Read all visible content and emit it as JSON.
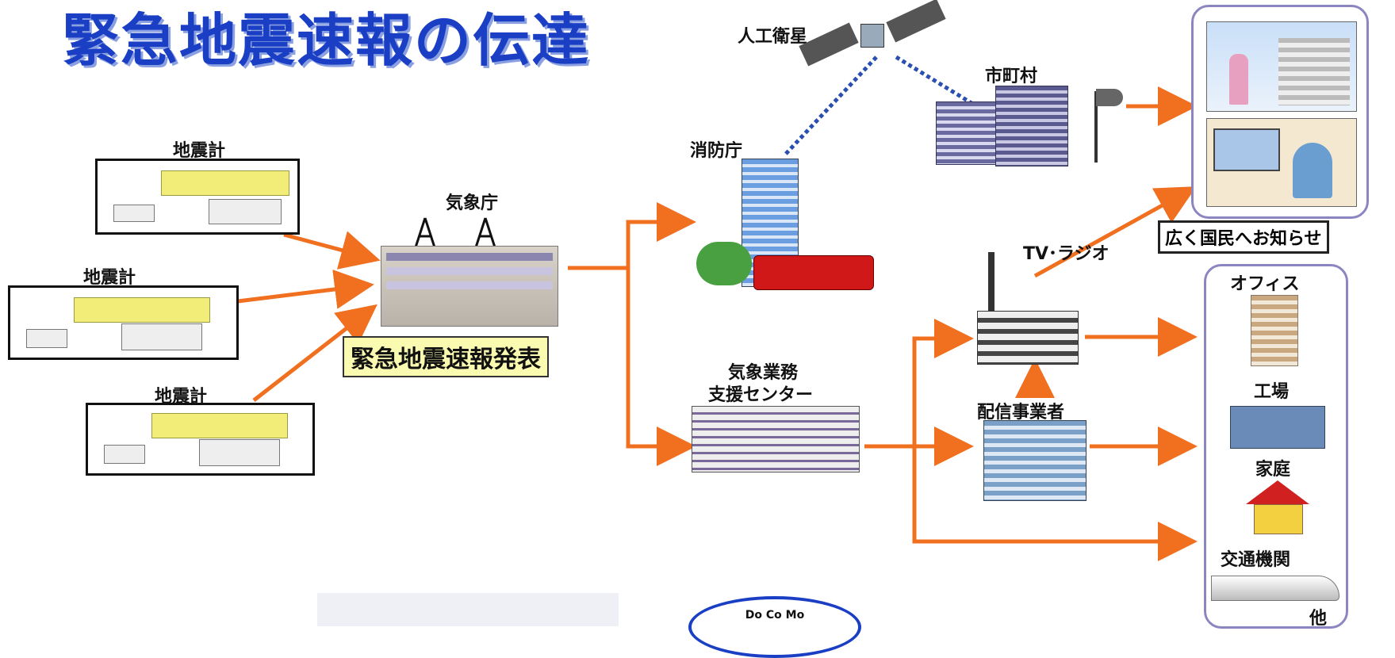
{
  "title": "緊急地震速報の伝達",
  "seismometers": [
    "地震計",
    "地震計",
    "地震計"
  ],
  "jma": {
    "label": "気象庁",
    "announce": "緊急地震速報発表"
  },
  "fire_agency": "消防庁",
  "support_center": [
    "気象業務",
    "支援センター"
  ],
  "satellite": "人工衛星",
  "municipality": "市町村",
  "tv_radio": "TV･ラジオ",
  "distributor": "配信事業者",
  "public_banner": "広く国民へお知らせ",
  "destinations": [
    "オフィス",
    "工場",
    "家庭",
    "交通機関",
    "他"
  ],
  "logo_text": "Do Co Mo",
  "colors": {
    "title": "#1a3fc4",
    "arrow": "#f07020",
    "panel_border": "#8c86c0",
    "highlight": "#fafab0"
  }
}
